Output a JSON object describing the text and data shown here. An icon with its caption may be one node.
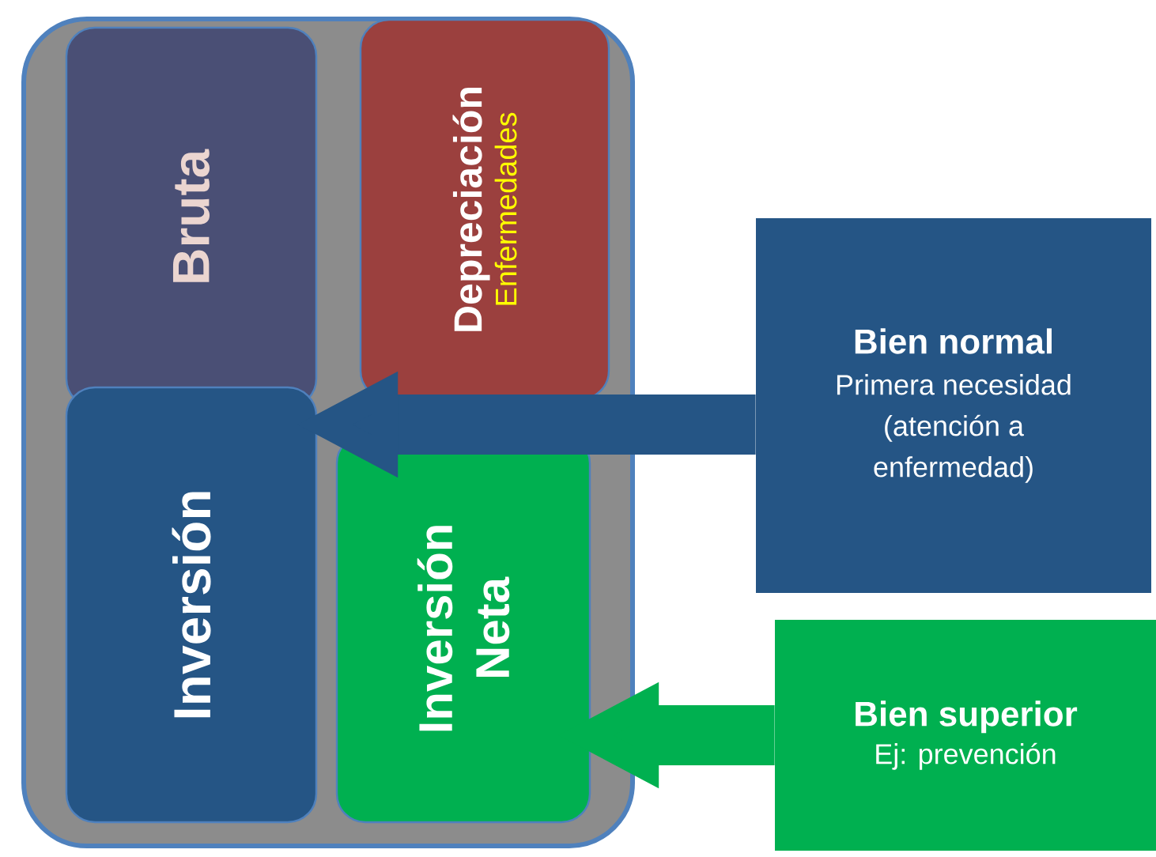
{
  "diagram": {
    "nodes": [
      {
        "text": [],
        "shape": "box"
      },
      {
        "text": [
          "Bruta"
        ],
        "in": 0
      },
      {
        "text": [
          "Inversión"
        ],
        "in": 0
      },
      {
        "text": [
          "Depreciación",
          "Enfermedades"
        ],
        "in": 0
      },
      {
        "text": [
          "Inversión Neta"
        ],
        "in": 0
      },
      {
        "text": [
          "Bien normal",
          "Primera necesidad (atención a enfermedad)"
        ]
      },
      {
        "text": [
          "Bien superior",
          "Ej: prevención"
        ]
      }
    ],
    "edges": [
      {
        "from": 5,
        "to": 2,
        "arrow": "to",
        "color": "#255585"
      },
      {
        "from": 6,
        "to": 4,
        "arrow": "to",
        "color": "#00b050"
      }
    ]
  }
}
